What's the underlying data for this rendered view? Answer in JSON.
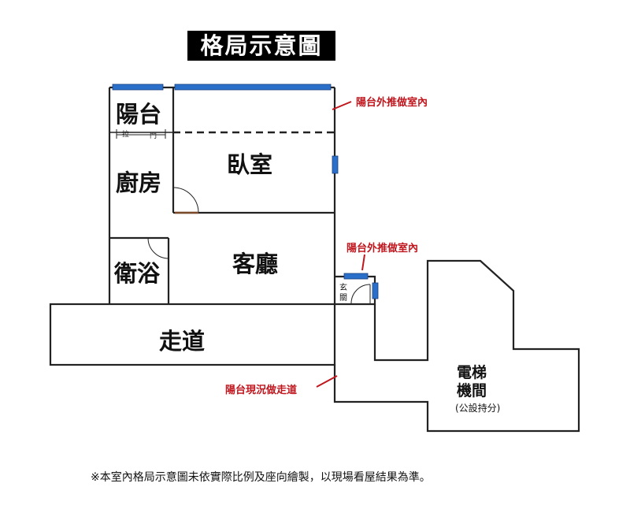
{
  "title": "格局示意圖",
  "rooms": {
    "balcony": "陽台",
    "kitchen": "廚房",
    "bedroom": "臥室",
    "bathroom": "衛浴",
    "living": "客廳",
    "corridor": "走道",
    "entrance": "玄關"
  },
  "door_marks": {
    "left": "拉",
    "right": "門"
  },
  "annotations": {
    "balcony_top": "陽台外推做室內",
    "balcony_entrance": "陽台外推做室內",
    "balcony_corridor": "陽台現況做走道"
  },
  "elevator": {
    "line1": "電梯",
    "line2": "機間",
    "note": "(公設持分)"
  },
  "footer": "※本室內格局示意圖未依實際比例及座向繪製，以現場看屋結果為準。",
  "colors": {
    "wall": "#222222",
    "window": "#2a6fc9",
    "annotation": "#c0161e",
    "door": "#7a4a2a"
  }
}
